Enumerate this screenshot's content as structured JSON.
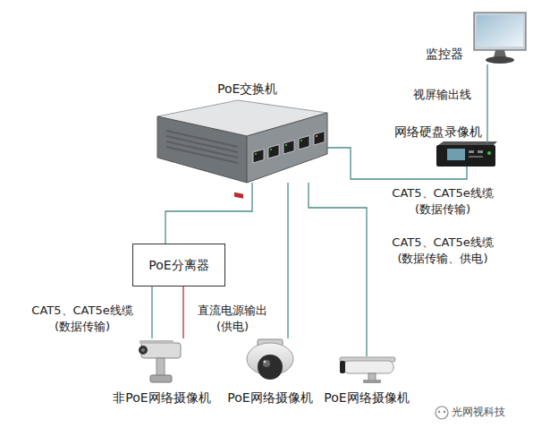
{
  "diagram": {
    "nodes": [
      {
        "text": [
          "监控器"
        ]
      },
      {
        "text": [
          "PoE交换机"
        ]
      },
      {
        "text": [
          "网络硬盘录像机"
        ]
      },
      {
        "text": [
          "PoE分离器"
        ]
      },
      {
        "text": [
          "非PoE网络摄像机"
        ]
      },
      {
        "text": [
          "PoE网络摄像机"
        ]
      },
      {
        "text": [
          "PoE网络摄像机"
        ]
      }
    ],
    "edges": [
      {
        "from": 0,
        "to": 2,
        "label": "视屏输出线",
        "arrow": "none"
      },
      {
        "from": 1,
        "to": 2,
        "label": "CAT5、CAT5e线缆 (数据传输)",
        "arrow": "none"
      },
      {
        "from": 1,
        "to": 3,
        "arrow": "none"
      },
      {
        "from": 1,
        "to": 5,
        "arrow": "none"
      },
      {
        "from": 1,
        "to": 6,
        "label": "CAT5、CAT5e线缆 (数据传输、供电)",
        "arrow": "none"
      },
      {
        "from": 3,
        "to": 4,
        "label": "CAT5、CAT5e线缆 (数据传输)",
        "arrow": "none"
      },
      {
        "from": 3,
        "to": 4,
        "label": "直流电源输出 (供电)",
        "arrow": "none"
      }
    ],
    "labels": [
      "光网视科技"
    ]
  }
}
